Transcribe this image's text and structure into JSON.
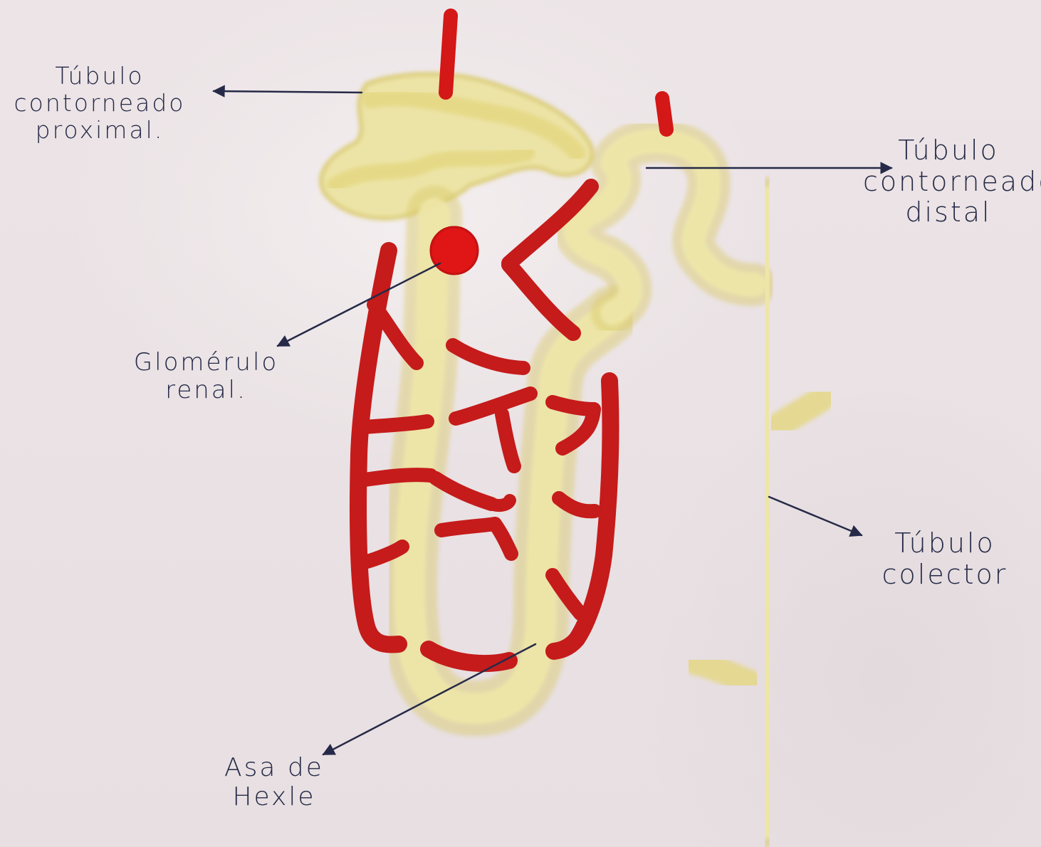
{
  "labels": {
    "proximal": [
      "Túbulo",
      "contorneado",
      "proximal."
    ],
    "distal": [
      "Túbulo",
      "contorneado",
      "distal"
    ],
    "glomerulus": [
      "Glomérulo",
      "renal."
    ],
    "collecting": [
      "Túbulo",
      "colector"
    ],
    "loop": [
      "Asa de",
      "Hexle"
    ]
  },
  "colors": {
    "tubule_fill": "#ece39a",
    "tubule_edge": "#d9c968",
    "vessel": "#c51b1b",
    "glomerulus": "#e01515",
    "ink": "#262a48",
    "paper": "#ece4e6"
  }
}
